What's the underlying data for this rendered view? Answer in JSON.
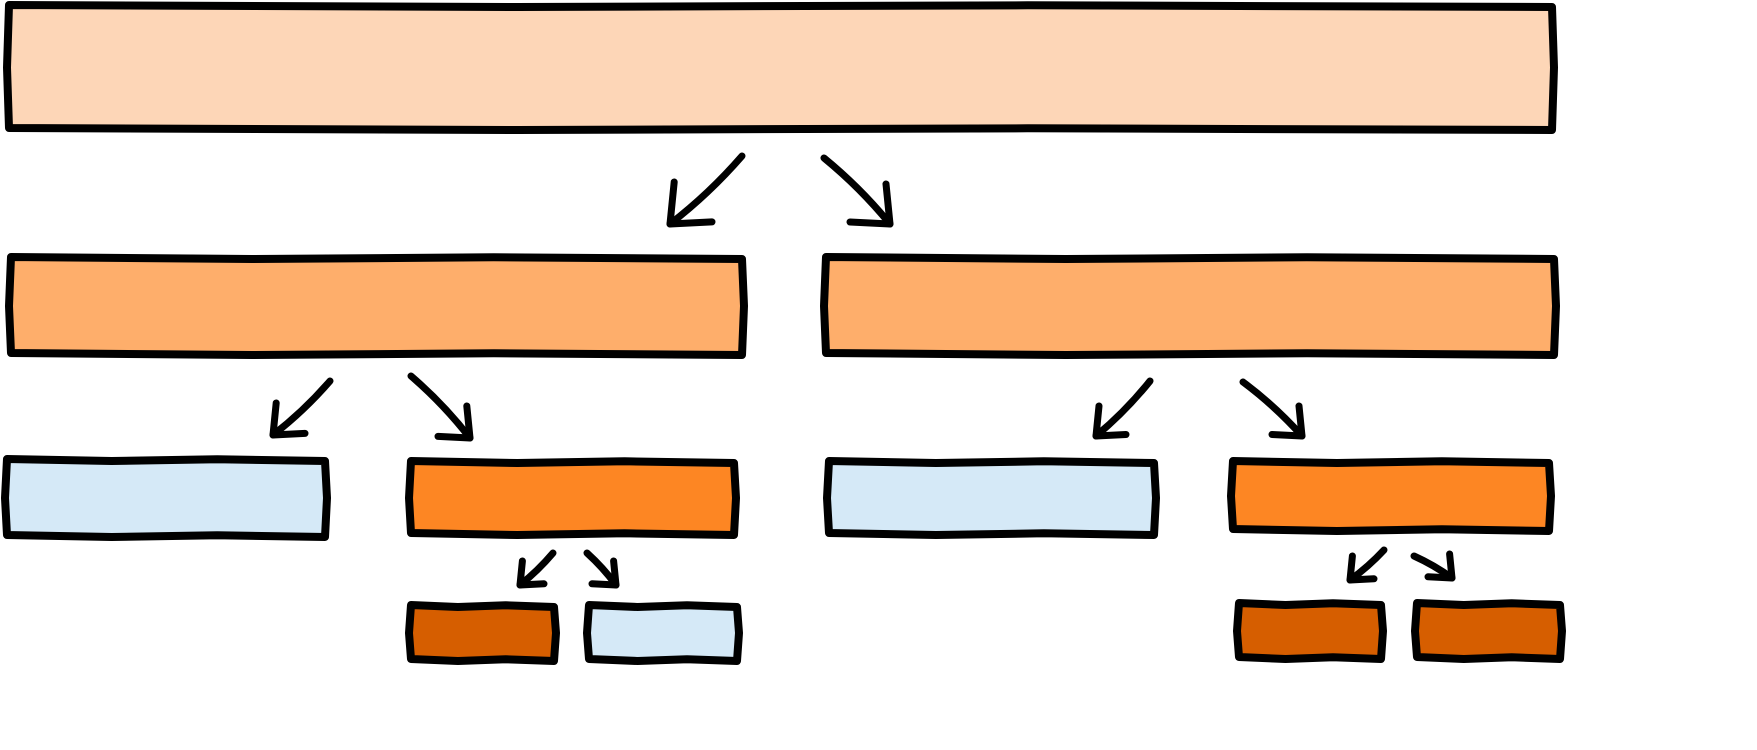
{
  "colors": {
    "peach_light": "#fdd6b7",
    "peach_mid": "#feae6b",
    "orange": "#fd8623",
    "orange_dark": "#d65e00",
    "light_blue": "#d5e9f7",
    "outline": "#000000"
  },
  "tree": {
    "root_fill": "peach_light",
    "level1_fills": [
      "peach_mid",
      "peach_mid"
    ],
    "level2_fills": [
      "light_blue",
      "orange",
      "light_blue",
      "orange"
    ],
    "level3_left_fills": [
      "orange_dark",
      "light_blue"
    ],
    "level3_right_fills": [
      "orange_dark",
      "orange_dark"
    ]
  }
}
